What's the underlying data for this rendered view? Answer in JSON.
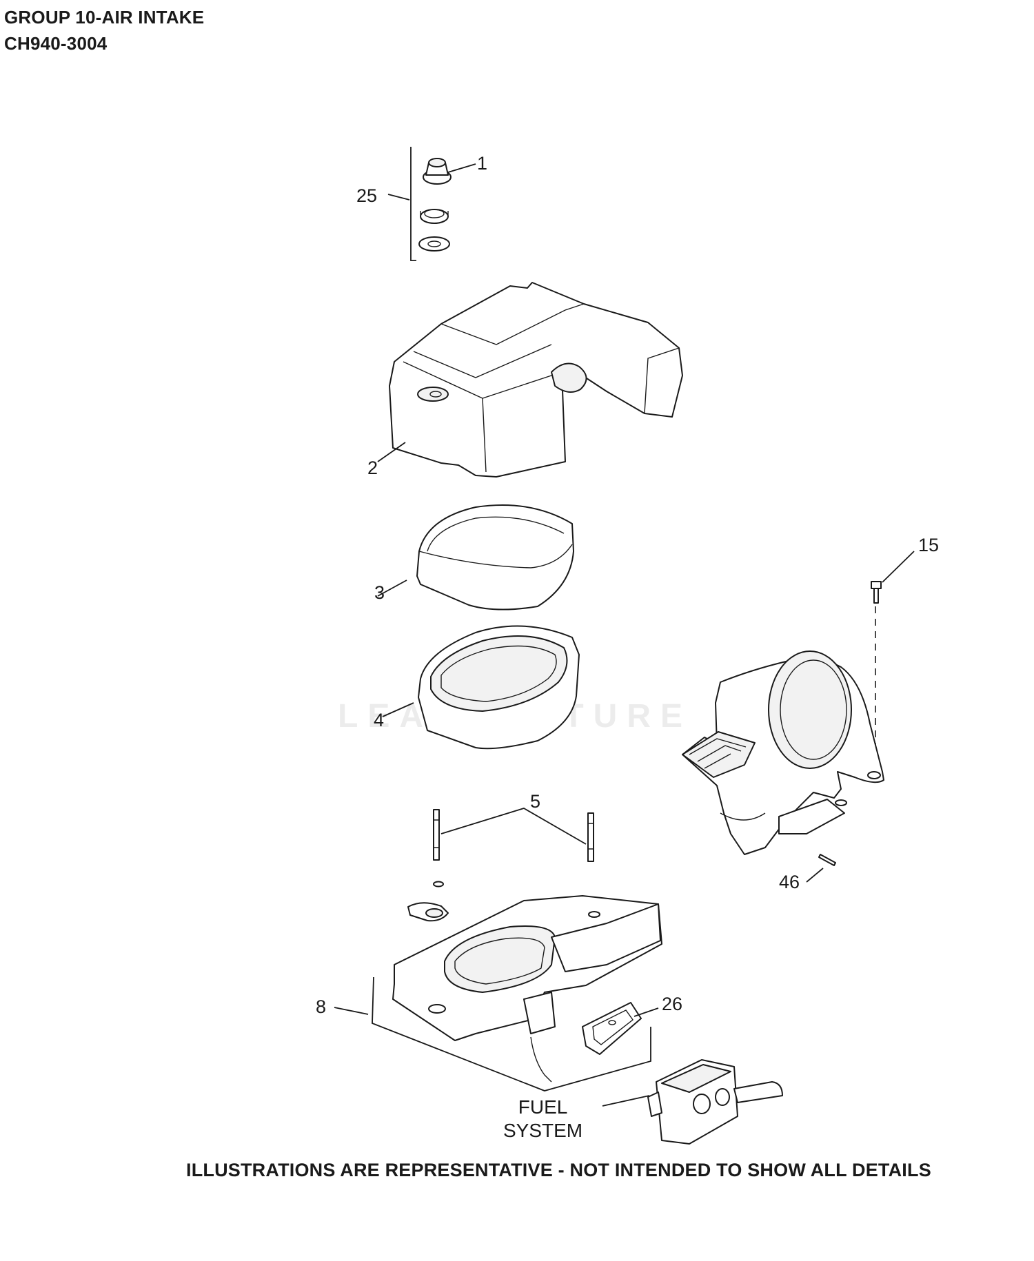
{
  "header": {
    "group_title": "GROUP 10-AIR INTAKE",
    "model_number": "CH940-3004"
  },
  "callouts": {
    "c1": "1",
    "c2": "2",
    "c3": "3",
    "c4": "4",
    "c5": "5",
    "c8": "8",
    "c15": "15",
    "c25": "25",
    "c26": "26",
    "c46": "46"
  },
  "fuel_system_label": {
    "line1": "FUEL",
    "line2": "SYSTEM"
  },
  "watermark_text": "LEADVENTURE",
  "footer_note": "ILLUSTRATIONS ARE REPRESENTATIVE - NOT INTENDED TO SHOW ALL DETAILS"
}
